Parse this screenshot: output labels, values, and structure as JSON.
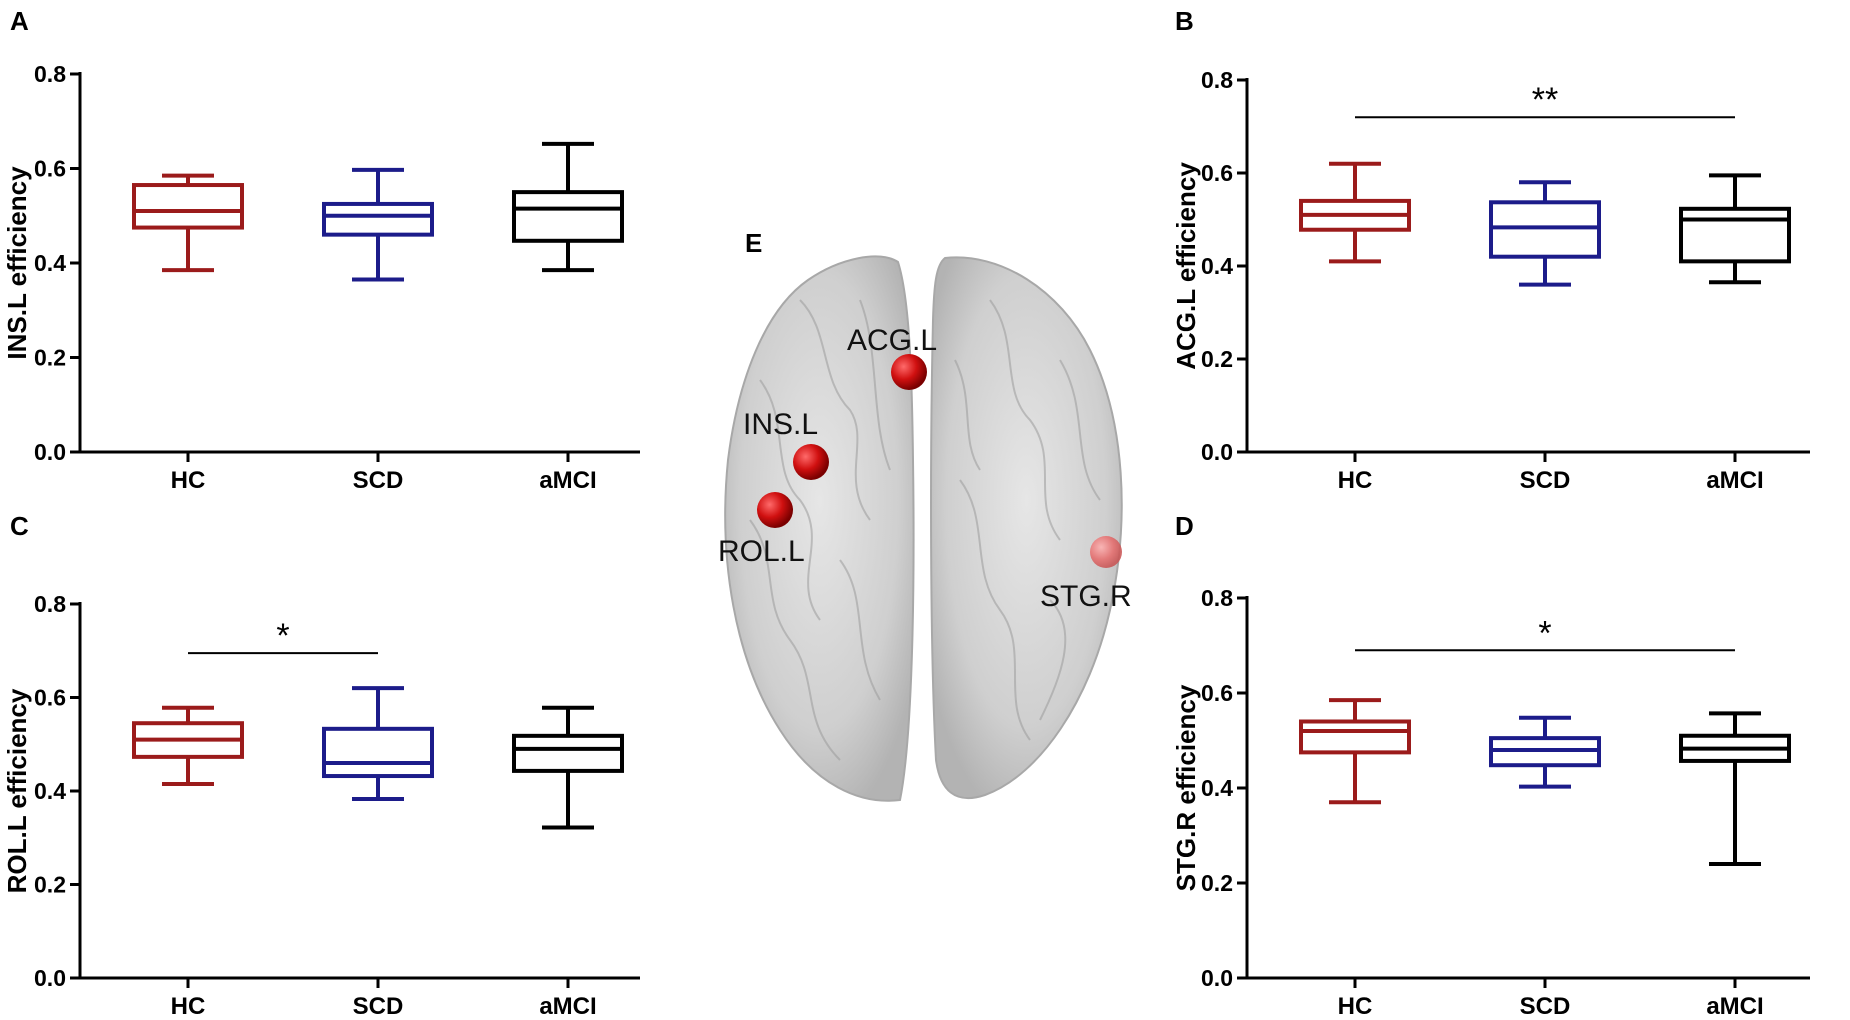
{
  "colors": {
    "HC": "#9b1b1b",
    "SCD": "#1c1c8a",
    "aMCI": "#000000"
  },
  "brain_panel": {
    "letter": "E",
    "regions": [
      {
        "name": "ACG.L",
        "hemisphere": "left"
      },
      {
        "name": "INS.L",
        "hemisphere": "left"
      },
      {
        "name": "ROL.L",
        "hemisphere": "left"
      },
      {
        "name": "STG.R",
        "hemisphere": "right"
      }
    ]
  },
  "chart_data": [
    {
      "type": "boxplot",
      "panel": "A",
      "ylabel": "INS.L efficiency",
      "categories": [
        "HC",
        "SCD",
        "aMCI"
      ],
      "ylim": [
        0,
        0.8
      ],
      "yticks": [
        "0.0",
        "0.2",
        "0.4",
        "0.6",
        "0.8"
      ],
      "boxes": [
        {
          "min": 0.385,
          "q1": 0.475,
          "median": 0.51,
          "q3": 0.565,
          "max": 0.585
        },
        {
          "min": 0.365,
          "q1": 0.46,
          "median": 0.5,
          "q3": 0.525,
          "max": 0.597
        },
        {
          "min": 0.385,
          "q1": 0.447,
          "median": 0.515,
          "q3": 0.55,
          "max": 0.652
        }
      ],
      "significance": []
    },
    {
      "type": "boxplot",
      "panel": "B",
      "ylabel": "ACG.L efficiency",
      "categories": [
        "HC",
        "SCD",
        "aMCI"
      ],
      "ylim": [
        0,
        0.8
      ],
      "yticks": [
        "0.0",
        "0.2",
        "0.4",
        "0.6",
        "0.8"
      ],
      "boxes": [
        {
          "min": 0.41,
          "q1": 0.478,
          "median": 0.51,
          "q3": 0.54,
          "max": 0.62
        },
        {
          "min": 0.36,
          "q1": 0.42,
          "median": 0.483,
          "q3": 0.537,
          "max": 0.58
        },
        {
          "min": 0.365,
          "q1": 0.41,
          "median": 0.5,
          "q3": 0.523,
          "max": 0.595
        }
      ],
      "significance": [
        {
          "from": "HC",
          "to": "aMCI",
          "label": "**",
          "y": 0.72
        }
      ]
    },
    {
      "type": "boxplot",
      "panel": "C",
      "ylabel": "ROL.L efficiency",
      "categories": [
        "HC",
        "SCD",
        "aMCI"
      ],
      "ylim": [
        0,
        0.8
      ],
      "yticks": [
        "0.0",
        "0.2",
        "0.4",
        "0.6",
        "0.8"
      ],
      "boxes": [
        {
          "min": 0.415,
          "q1": 0.473,
          "median": 0.51,
          "q3": 0.545,
          "max": 0.578
        },
        {
          "min": 0.383,
          "q1": 0.432,
          "median": 0.46,
          "q3": 0.533,
          "max": 0.62
        },
        {
          "min": 0.322,
          "q1": 0.443,
          "median": 0.49,
          "q3": 0.518,
          "max": 0.578
        }
      ],
      "significance": [
        {
          "from": "HC",
          "to": "SCD",
          "label": "*",
          "y": 0.695
        }
      ]
    },
    {
      "type": "boxplot",
      "panel": "D",
      "ylabel": "STG.R efficiency",
      "categories": [
        "HC",
        "SCD",
        "aMCI"
      ],
      "ylim": [
        0,
        0.8
      ],
      "yticks": [
        "0.0",
        "0.2",
        "0.4",
        "0.6",
        "0.8"
      ],
      "boxes": [
        {
          "min": 0.37,
          "q1": 0.475,
          "median": 0.52,
          "q3": 0.54,
          "max": 0.585
        },
        {
          "min": 0.403,
          "q1": 0.448,
          "median": 0.48,
          "q3": 0.505,
          "max": 0.548
        },
        {
          "min": 0.24,
          "q1": 0.457,
          "median": 0.483,
          "q3": 0.51,
          "max": 0.557
        }
      ],
      "significance": [
        {
          "from": "HC",
          "to": "aMCI",
          "label": "*",
          "y": 0.69
        }
      ]
    }
  ]
}
